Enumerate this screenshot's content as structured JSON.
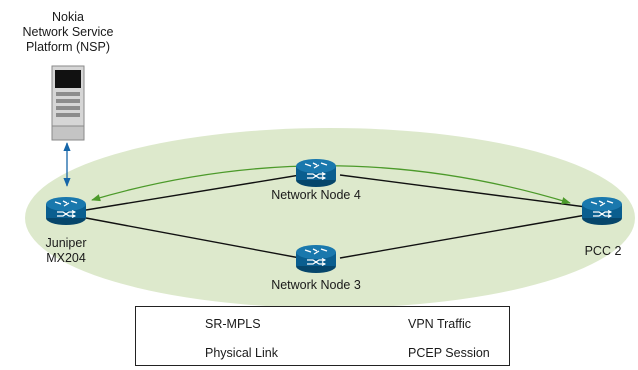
{
  "server": {
    "label_line1": "Nokia",
    "label_line2": "Network Service",
    "label_line3": "Platform (NSP)"
  },
  "nodes": {
    "juniper_line1": "Juniper",
    "juniper_line2": "MX204",
    "node4": "Network Node 4",
    "node3": "Network Node 3",
    "pcc2": "PCC 2"
  },
  "legend": {
    "sr_mpls": "SR-MPLS",
    "physical_link": "Physical Link",
    "vpn_traffic": "VPN Traffic",
    "pcep_session": "PCEP Session"
  },
  "colors": {
    "sr_mpls_fill": "#dde9cc",
    "router_blue": "#0a5e8f",
    "vpn_green": "#4c9a2a",
    "pcep_blue": "#1565a8",
    "link_black": "#111111"
  }
}
